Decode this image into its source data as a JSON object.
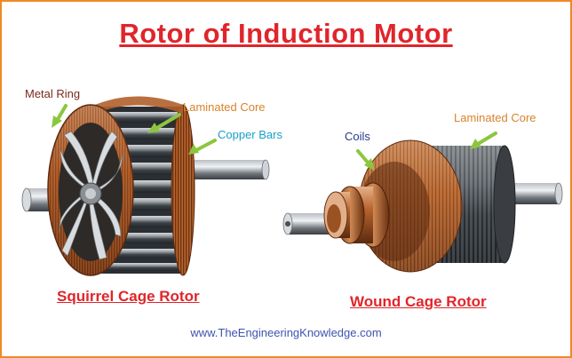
{
  "title": "Rotor of Induction Motor",
  "labels": {
    "metal_ring": "Metal Ring",
    "laminated_core_left": "Laminated Core",
    "copper_bars": "Copper Bars",
    "coils": "Coils",
    "laminated_core_right": "Laminated Core"
  },
  "captions": {
    "squirrel": "Squirrel Cage Rotor",
    "wound": "Wound Cage Rotor"
  },
  "footer_url": "www.TheEngineeringKnowledge.com",
  "colors": {
    "title_red": "#e0252b",
    "frame_orange": "#f08a24",
    "label_brown": "#7a2a1c",
    "label_orange": "#d9822b",
    "label_cyan": "#1aa0c8",
    "label_navy": "#2a3a8a",
    "arrow_green": "#8cc63f",
    "url_blue": "#3d54b0"
  }
}
